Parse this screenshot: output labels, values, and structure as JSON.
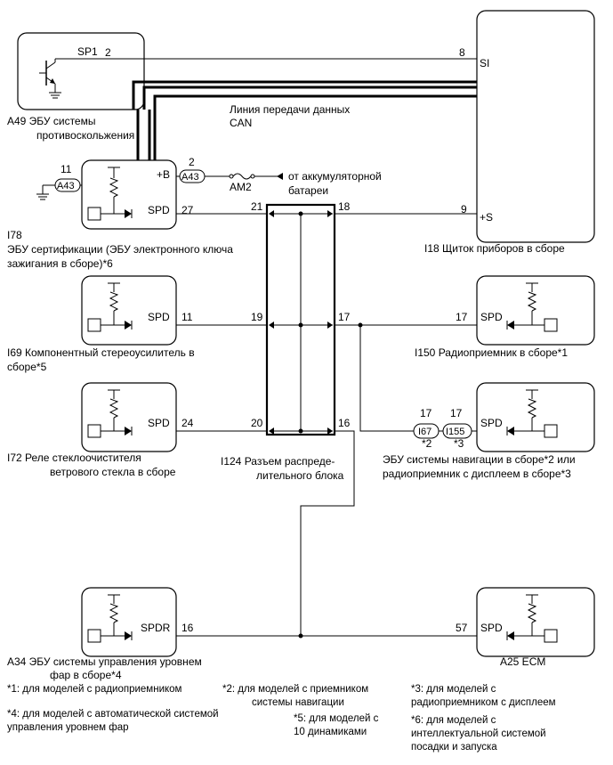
{
  "labels": {
    "a49_pin_name": "SP1",
    "a49_pin": "2",
    "a49_name": "A49 ЭБУ системы",
    "a49_name2": "противоскольжения",
    "i18_si_pin": "8",
    "i18_si": "SI",
    "i18_s_pin": "9",
    "i18_s": "+S",
    "i18_name": "I18 Щиток приборов в сборе",
    "can_line1": "Линия передачи данных",
    "can_line2": "CAN",
    "gnd_pin": "11",
    "gnd_conn": "A43",
    "b_pin": "2",
    "b_conn": "A43",
    "b_label": "+B",
    "fuse": "AM2",
    "battery1": "от аккумуляторной",
    "battery2": "батареи",
    "i78_spd": "SPD",
    "i78_pin": "27",
    "i78_name": "I78",
    "i78_name2": "ЭБУ сертификации (ЭБУ электронного ключа",
    "i78_name3": "зажигания в сборе)*6",
    "i124_p21": "21",
    "i124_p18": "18",
    "i124_p19": "19",
    "i124_p17": "17",
    "i124_p20": "20",
    "i124_p16": "16",
    "i124_name1": "I124 Разъем распреде-",
    "i124_name2": "лительного блока",
    "i69_spd": "SPD",
    "i69_pin": "11",
    "i69_name1": "I69  Компонентный стереоусилитель в",
    "i69_name2": "сборе*5",
    "i150_spd": "SPD",
    "i150_pin": "17",
    "i150_name": "I150 Радиоприемник в сборе*1",
    "i72_spd": "SPD",
    "i72_pin": "24",
    "i72_name1": "I72  Реле стеклоочистителя",
    "i72_name2": "ветрового стекла в сборе",
    "nav_spd": "SPD",
    "i67_pin": "17",
    "i67_conn": "I67",
    "i67_note": "*2",
    "i155_pin": "17",
    "i155_conn": "I155",
    "i155_note": "*3",
    "nav_name1": "ЭБУ системы навигации в сборе*2 или",
    "nav_name2": "радиоприемник с дисплеем в сборе*3",
    "a34_spd": "SPDR",
    "a34_pin": "16",
    "a34_name1": "A34  ЭБУ системы управления уровнем",
    "a34_name2": "фар в сборе*4",
    "a25_spd": "SPD",
    "a25_pin": "57",
    "a25_name": "A25  ECM"
  },
  "notes": {
    "n1": "*1: для моделей с радиоприемником",
    "n2a": "*2: для моделей с приемником",
    "n2b": "системы навигации",
    "n3a": "*3: для моделей с",
    "n3b": "радиоприемником с дисплеем",
    "n4a": "*4: для моделей с автоматической системой",
    "n4b": "управления уровнем фар",
    "n5a": "*5: для моделей с",
    "n5b": "10 динамиками",
    "n6a": "*6: для моделей с",
    "n6b": "интеллектуальной системой",
    "n6c": "посадки и запуска"
  }
}
